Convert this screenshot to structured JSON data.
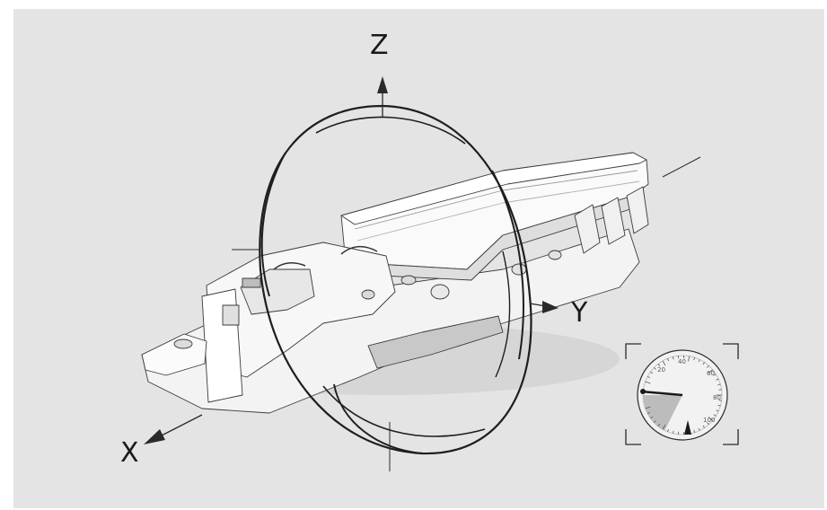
{
  "axes": {
    "z_label": "Z",
    "y_label": "Y",
    "x_label": "X"
  },
  "gauge": {
    "tick_labels": [
      "20",
      "40",
      "60",
      "80",
      "100"
    ],
    "needle_value": 0
  },
  "colors": {
    "background": "#e4e4e4",
    "ink": "#1e1e1e",
    "part_fill": "#f6f6f6",
    "part_shade": "#cfcfcf"
  }
}
